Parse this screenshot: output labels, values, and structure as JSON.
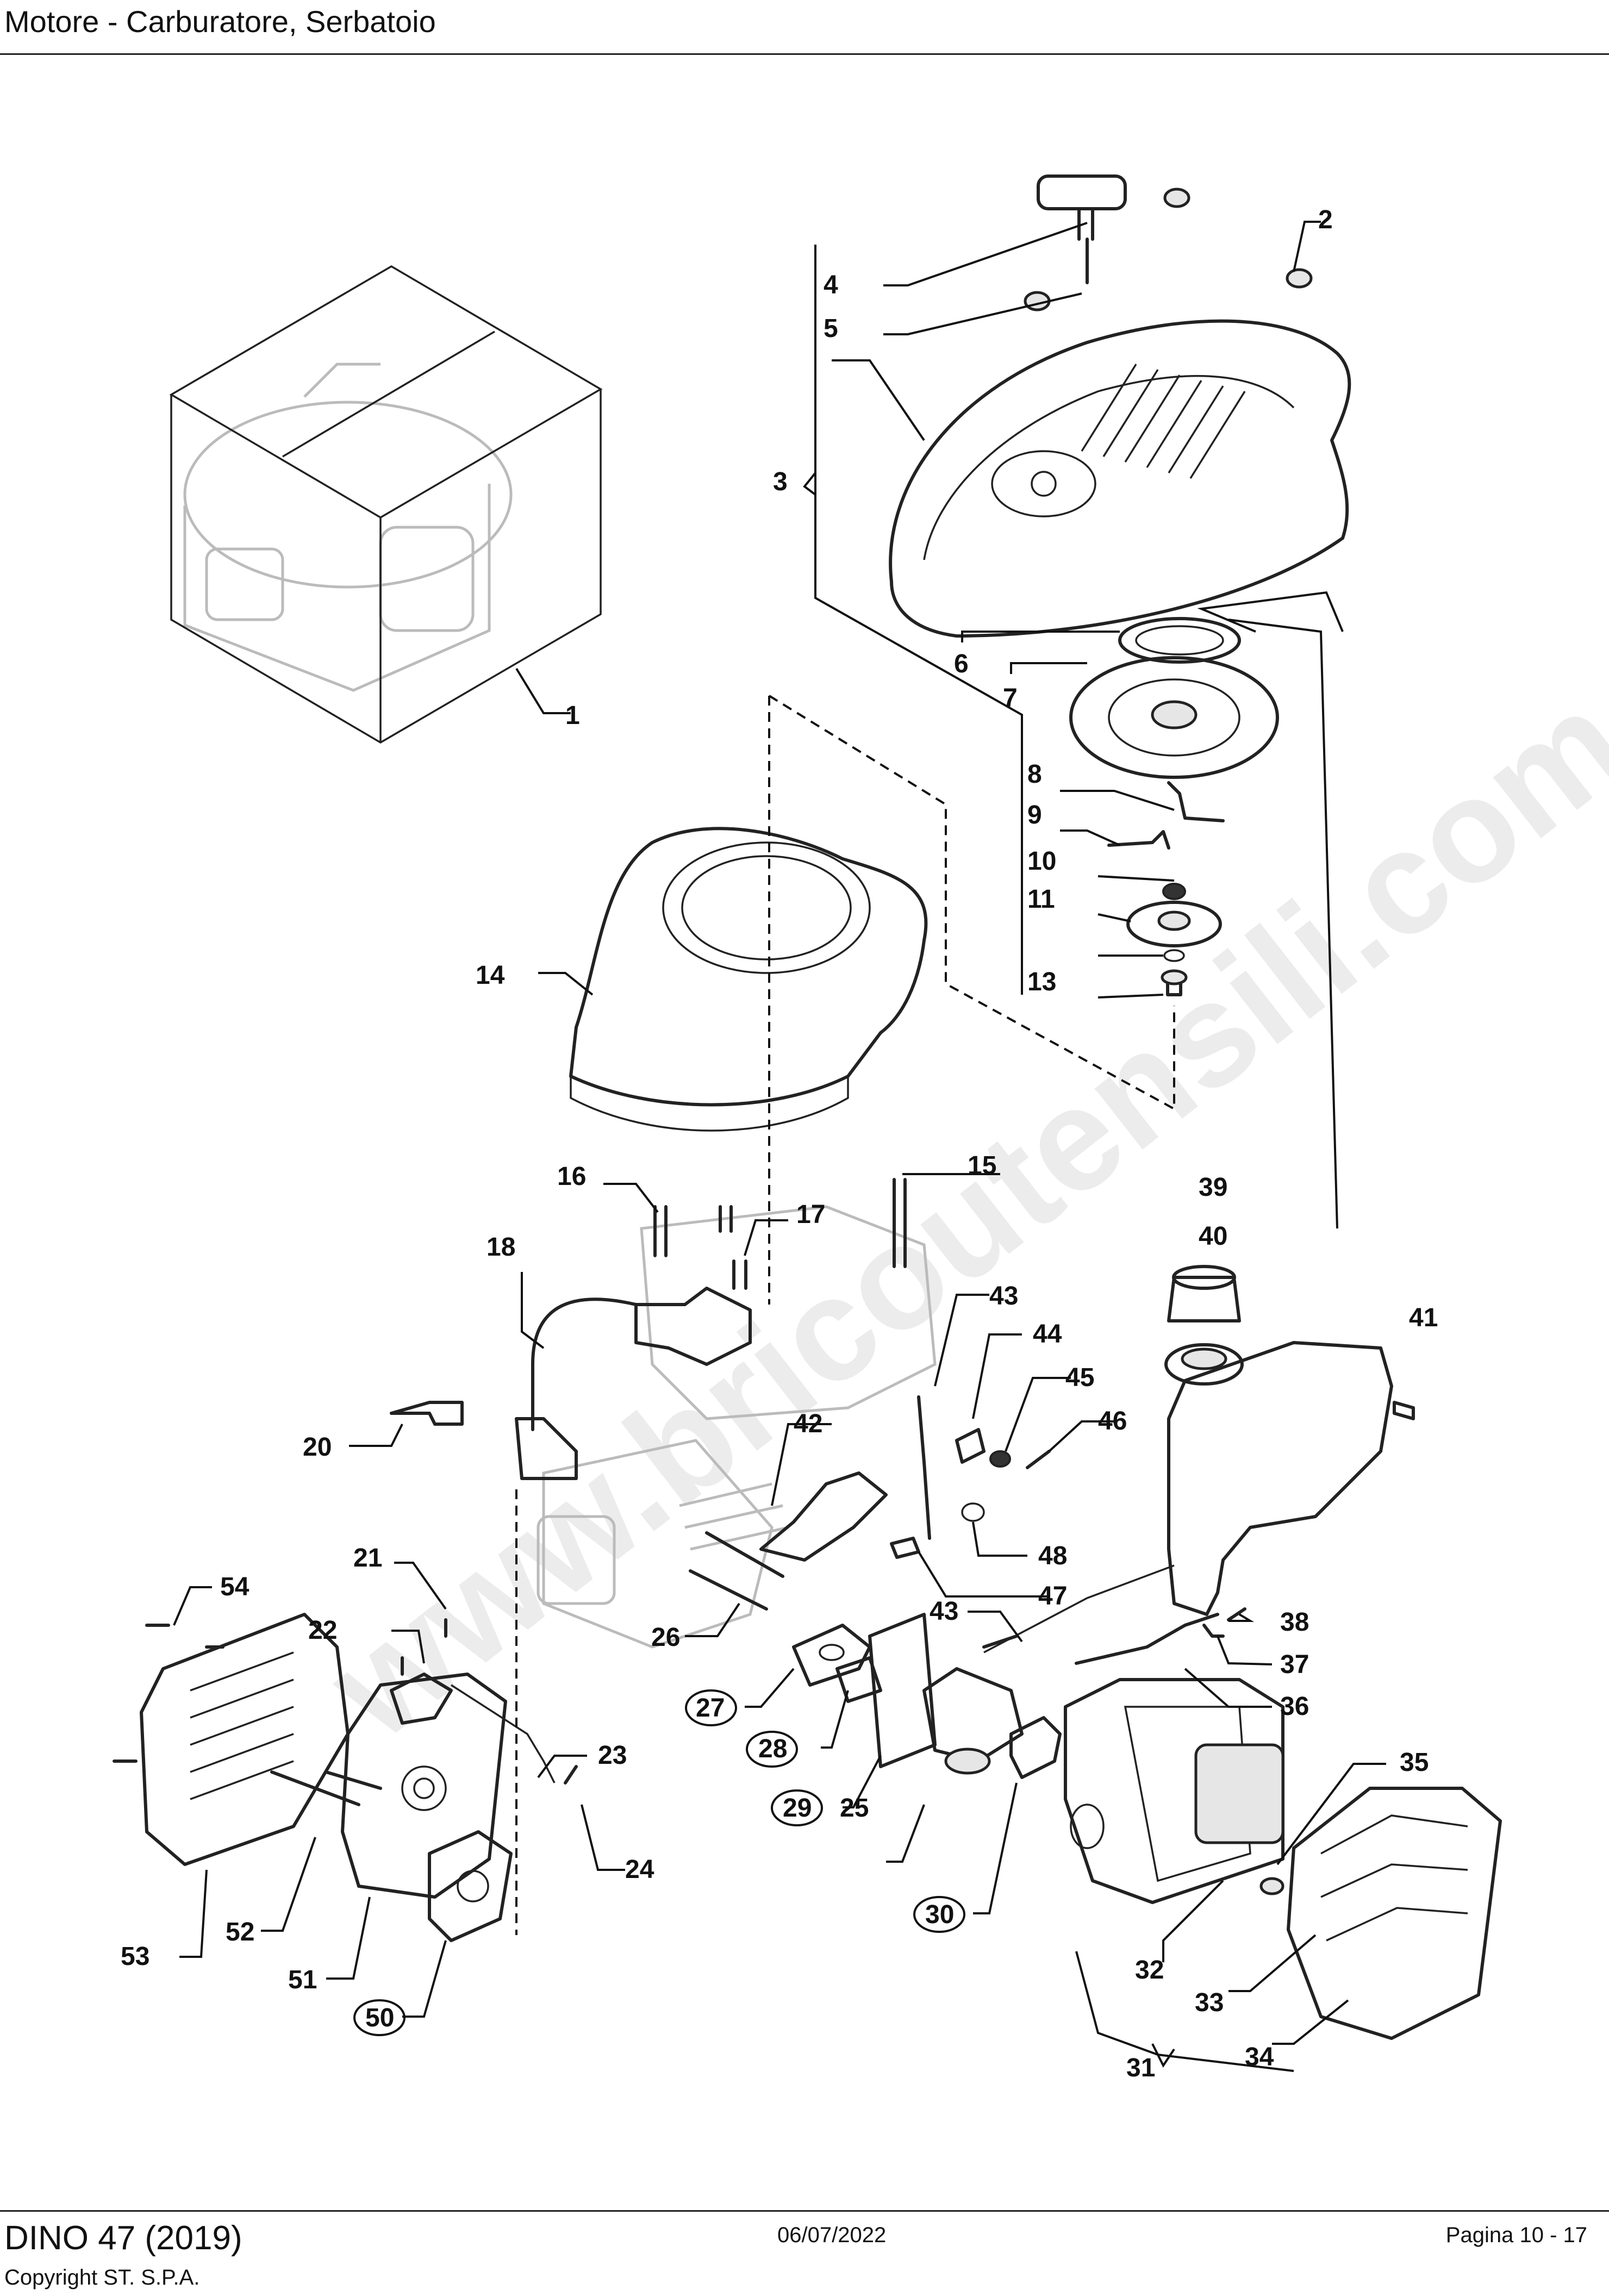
{
  "header": {
    "title": "Motore - Carburatore, Serbatoio"
  },
  "watermark": "www.bricoutensili.com",
  "parts": {
    "p1": "1",
    "p2": "2",
    "p3": "3",
    "p4": "4",
    "p5": "5",
    "p6": "6",
    "p7": "7",
    "p8": "8",
    "p9": "9",
    "p10": "10",
    "p11": "11",
    "p13": "13",
    "p14": "14",
    "p15": "15",
    "p16": "16",
    "p17": "17",
    "p18": "18",
    "p20": "20",
    "p21": "21",
    "p22": "22",
    "p23": "23",
    "p24": "24",
    "p25": "25",
    "p26": "26",
    "p27": "27",
    "p28": "28",
    "p29": "29",
    "p30": "30",
    "p31": "31",
    "p32": "32",
    "p33": "33",
    "p34": "34",
    "p35": "35",
    "p36": "36",
    "p37": "37",
    "p38": "38",
    "p39": "39",
    "p40": "40",
    "p41": "41",
    "p42": "42",
    "p43a": "43",
    "p43b": "43",
    "p44": "44",
    "p45": "45",
    "p46": "46",
    "p47": "47",
    "p48": "48",
    "p50": "50",
    "p51": "51",
    "p52": "52",
    "p53": "53",
    "p54": "54"
  },
  "footer": {
    "model": "DINO 47 (2019)",
    "copyright": "Copyright ST. S.P.A.",
    "date": "06/07/2022",
    "page": "Pagina 10 - 17"
  }
}
